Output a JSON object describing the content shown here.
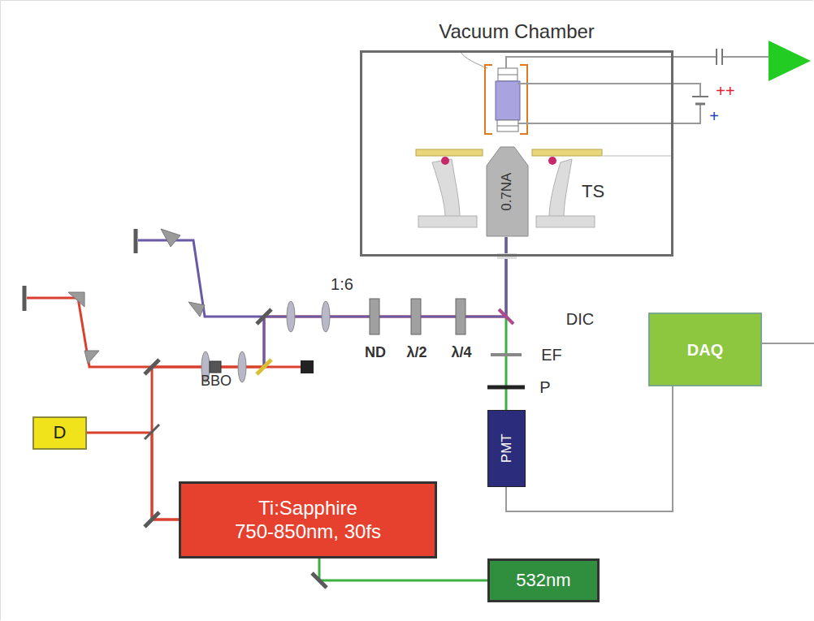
{
  "diagram": {
    "nodes": [
      {
        "text": [
          "Vacuum Chamber"
        ]
      },
      {
        "text": [
          "0.7NA"
        ],
        "in": 0
      },
      {
        "text": [
          "DAQ"
        ]
      },
      {
        "text": [
          "D"
        ]
      },
      {
        "text": [
          "PMT"
        ]
      },
      {
        "text": [
          "Ti:Sapphire",
          "750-850nm, 30fs"
        ]
      },
      {
        "text": [
          "532nm"
        ]
      }
    ],
    "edges": [
      {
        "from": 5,
        "to": 1,
        "arrow": "none"
      },
      {
        "from": 5,
        "to": 3,
        "arrow": "none"
      },
      {
        "from": 1,
        "to": 4,
        "arrow": "none"
      },
      {
        "from": 4,
        "to": 2,
        "arrow": "none"
      },
      {
        "from": 6,
        "to": 5,
        "arrow": "none"
      }
    ],
    "labels": [
      "TS",
      "++",
      "+",
      "1:6",
      "BBO",
      "ND",
      "λ/2",
      "λ/4",
      "DIC",
      "EF",
      "P"
    ]
  }
}
